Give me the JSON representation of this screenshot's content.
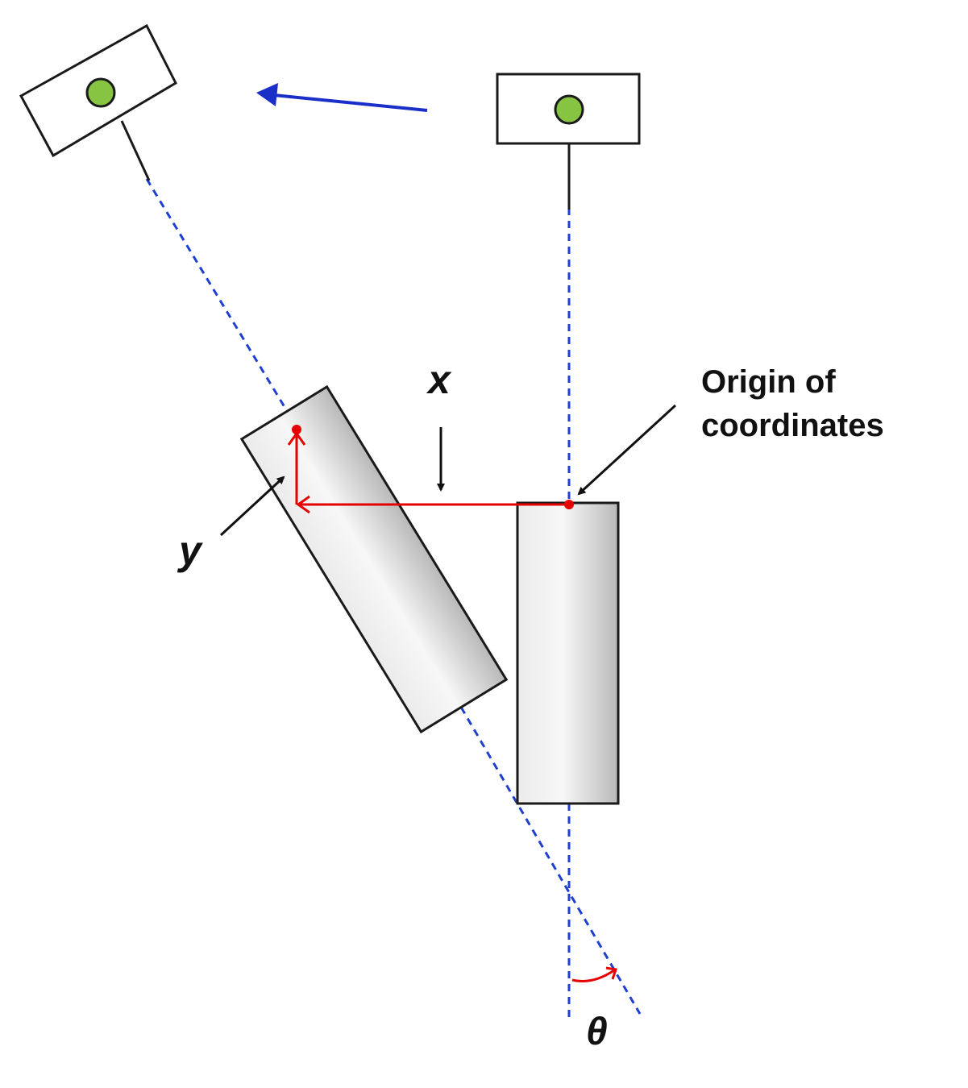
{
  "labels": {
    "x": "x",
    "y": "y",
    "theta": "θ",
    "origin_line1": "Origin of",
    "origin_line2": "coordinates"
  },
  "colors": {
    "guide_dash": "#1f3fd0",
    "coord_red": "#e60000",
    "move_arrow": "#1a2fc8",
    "led_green": "#86c442",
    "outline": "#1a1a1a"
  }
}
